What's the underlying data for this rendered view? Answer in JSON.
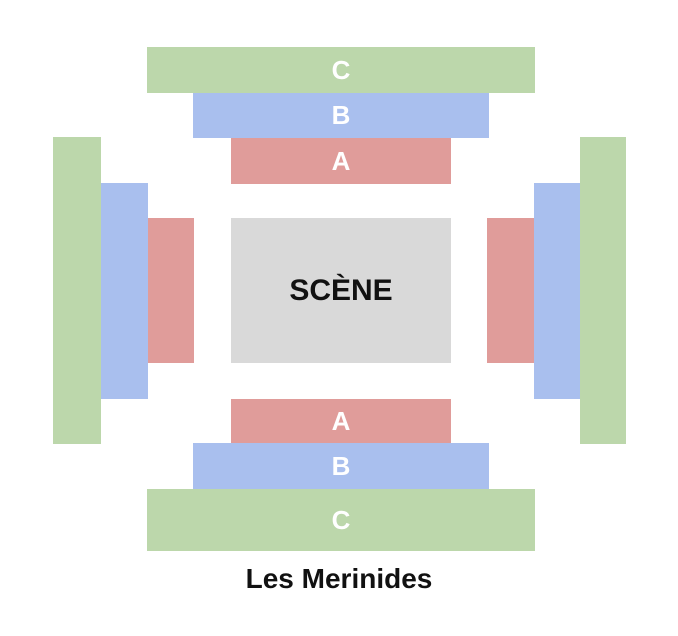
{
  "colors": {
    "A": "#e09c9a",
    "B": "#a9bfee",
    "C": "#bcd7ab",
    "stage": "#d9d9d9"
  },
  "stage": {
    "label": "SCÈNE"
  },
  "sections": {
    "top": {
      "A": "A",
      "B": "B",
      "C": "C"
    },
    "bottom": {
      "A": "A",
      "B": "B",
      "C": "C"
    }
  },
  "venue": {
    "name": "Les Merinides"
  }
}
